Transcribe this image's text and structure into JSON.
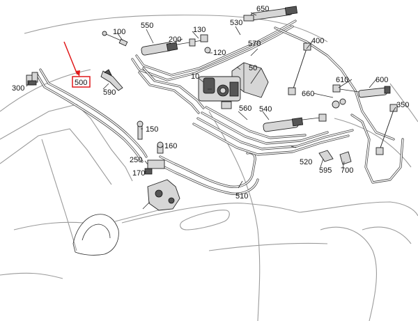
{
  "diagram": {
    "highlight_color": "#e0191a",
    "highlighted_label": "500",
    "labels": {
      "l10": "10",
      "l50": "50",
      "l100": "100",
      "l120": "120",
      "l130": "130",
      "l150": "150",
      "l160": "160",
      "l170": "170",
      "l200": "200",
      "l250": "250",
      "l300": "300",
      "l350": "350",
      "l400": "400",
      "l500": "500",
      "l510": "510",
      "l520": "520",
      "l530": "530",
      "l540": "540",
      "l550": "550",
      "l560": "560",
      "l570": "570",
      "l590": "590",
      "l595": "595",
      "l600": "600",
      "l610": "610",
      "l650": "650",
      "l660": "660",
      "l700": "700"
    }
  }
}
